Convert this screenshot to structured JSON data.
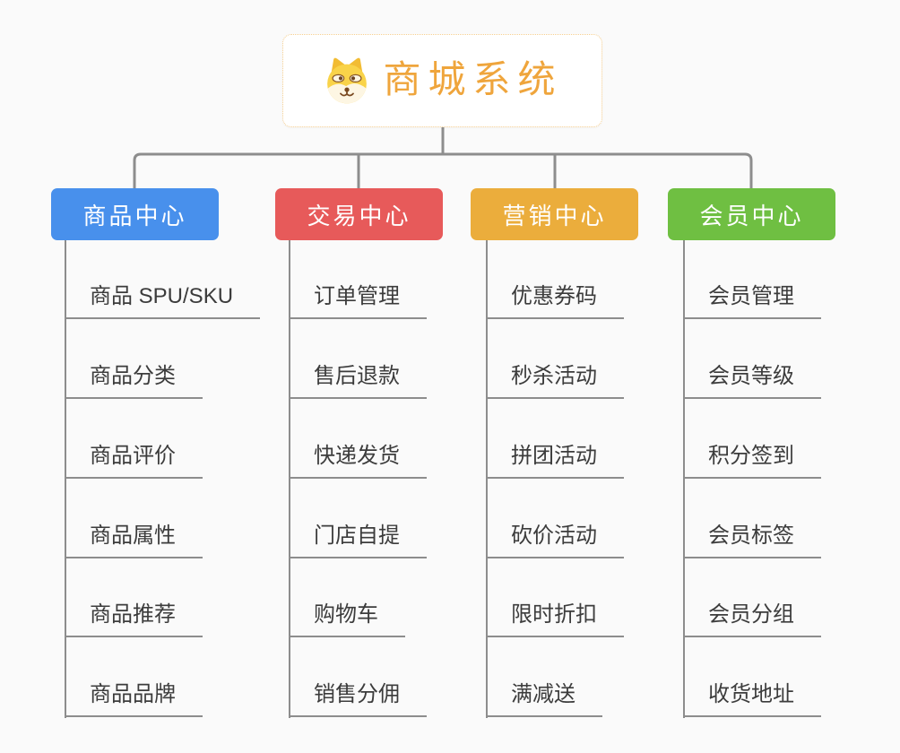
{
  "page": {
    "background": "#fafafa",
    "connector_color": "#8d8d8d"
  },
  "root": {
    "title": "商城系统",
    "icon": "shiba-dog-icon",
    "text_color": "#efa53c",
    "border_color": "#f5ce8f"
  },
  "branches": [
    {
      "label": "商品中心",
      "color": "#4890ec",
      "children": [
        "商品 SPU/SKU",
        "商品分类",
        "商品评价",
        "商品属性",
        "商品推荐",
        "商品品牌"
      ]
    },
    {
      "label": "交易中心",
      "color": "#e75a5a",
      "children": [
        "订单管理",
        "售后退款",
        "快递发货",
        "门店自提",
        "购物车",
        "销售分佣"
      ]
    },
    {
      "label": "营销中心",
      "color": "#ebad3c",
      "children": [
        "优惠券码",
        "秒杀活动",
        "拼团活动",
        "砍价活动",
        "限时折扣",
        "满减送"
      ]
    },
    {
      "label": "会员中心",
      "color": "#6fbf42",
      "children": [
        "会员管理",
        "会员等级",
        "积分签到",
        "会员标签",
        "会员分组",
        "收货地址"
      ]
    }
  ]
}
